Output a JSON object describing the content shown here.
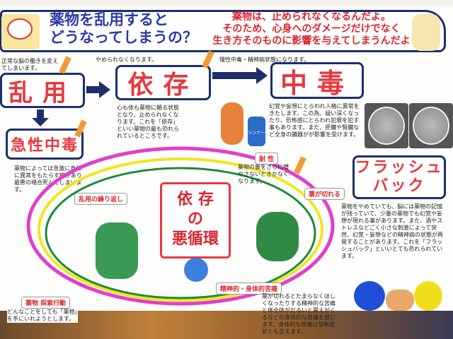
{
  "header": {
    "title_line1": "薬物を乱用すると",
    "title_line2": "どうなってしまうの？",
    "sub1": "薬物は、止められなくなるんだよ。",
    "sub2": "そのため、心身へのダメージだけでなく",
    "sub3": "生き方そのものに影響を与えてしまうんだよ"
  },
  "abuse": {
    "note": "正常な脳の働きを変えてしまいます。",
    "label": "乱用"
  },
  "dependence": {
    "note": "やめられなくなります。",
    "label": "依存",
    "desc": "心も体も薬物に頼る状態となり、止められなくなります。これを「依存」といい薬物の最も恐れられているところです。"
  },
  "addiction": {
    "note": "慢性中毒・精神病状態になります。",
    "label": "中毒",
    "desc": "幻覚や妄想にとらわれ人格に異常をきたします。この為、疑い深くなったり、恐怖感にとらわれ犯罪を犯す事もあります。また、肝臓や腎臓など全身の臓器がが影響を受けます。"
  },
  "acute": {
    "label": "急性中毒",
    "desc": "薬物によっては急激に身体に異常をもたらす物があり最悪の場合死んでしまいます。"
  },
  "flashback": {
    "label1": "フラッシュ",
    "label2": "バック",
    "desc": "薬物をやめていても、脳には薬物の記憶が残っていて、少量の薬物でも幻覚や妄想が現れる事があります。また、酒やストレスなどごく小さな刺激によって突然、幻覚・妄想などの精神病の状態が再発することがあります。これを「フラッシュバック」といいとても恐れられています。"
  },
  "cycle": {
    "title1": "依 存",
    "title2": "の",
    "title3": "悪循環",
    "tolerance": "耐 性",
    "tolerance_desc": "薬物の量をさらに増やさないときかなくなります。",
    "wearoff": "薬が切れる",
    "suffering": "精神的・身体的苦痛",
    "suffering_desc": "薬が切れるとたまらなくほしくなったりする精神的な苦痛と体全体がだるいと震えがくるなどの身体的な苦痛を感じます。身体的な苦痛は禁断症状とも言えます。",
    "repeat": "乱用の繰り返し",
    "search": "薬物 探索行動",
    "search_desc": "どんなことをしても「薬物」を手にいれようとします。"
  },
  "bottle_label": "シンナー"
}
